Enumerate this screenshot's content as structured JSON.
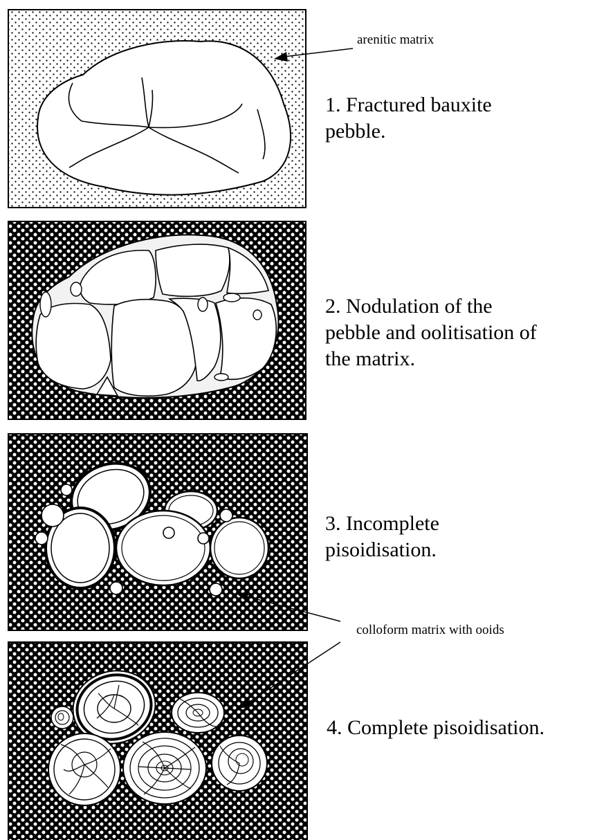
{
  "figure": {
    "panels": [
      {
        "caption_lines": [
          "1. Fractured bauxite",
          "pebble."
        ]
      },
      {
        "caption_lines": [
          "2. Nodulation of the",
          "pebble and oolitisation of",
          "the matrix."
        ]
      },
      {
        "caption_lines": [
          "3. Incomplete",
          "pisoidisation."
        ]
      },
      {
        "caption_lines": [
          "4. Complete pisoidisation."
        ]
      }
    ],
    "annotations": {
      "arenitic": "arenitic matrix",
      "colloform": "colloform matrix with ooids"
    }
  }
}
